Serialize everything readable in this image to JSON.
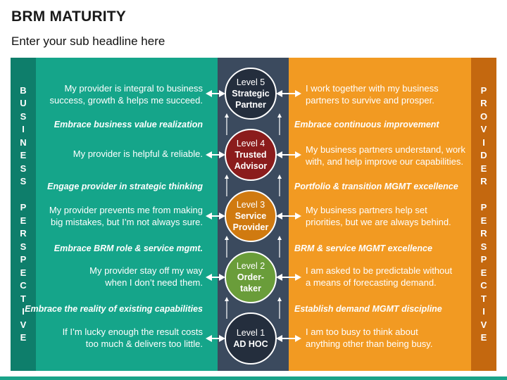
{
  "title": "BRM MATURITY",
  "subtitle": "Enter your sub headline here",
  "left_side_label": [
    "B",
    "U",
    "S",
    "I",
    "N",
    "E",
    "S",
    "S",
    "",
    "P",
    "E",
    "R",
    "S",
    "P",
    "E",
    "C",
    "T",
    "I",
    "V",
    "E"
  ],
  "right_side_label": [
    "P",
    "R",
    "O",
    "V",
    "I",
    "D",
    "E",
    "R",
    "",
    "P",
    "E",
    "R",
    "S",
    "P",
    "E",
    "C",
    "T",
    "I",
    "V",
    "E"
  ],
  "levels": [
    {
      "level": "Level 5",
      "name_lines": [
        "Strategic",
        "Partner"
      ],
      "color": "#242e3d",
      "left_lines": [
        "My provider is integral to business",
        "success, growth & helps me succeed."
      ],
      "right_lines": [
        "I work together with my business",
        "partners to survive and prosper."
      ]
    },
    {
      "level": "Level 4",
      "name_lines": [
        "Trusted",
        "Advisor"
      ],
      "color": "#8b1c1c",
      "left_lines": [
        "My provider is helpful & reliable."
      ],
      "right_lines": [
        "My business partners understand, work",
        "with, and help improve our capabilities."
      ]
    },
    {
      "level": "Level 3",
      "name_lines": [
        "Service",
        "Provider"
      ],
      "color": "#d07a10",
      "left_lines": [
        "My provider prevents me from making",
        "big mistakes, but I’m not always sure."
      ],
      "right_lines": [
        "My business partners help set",
        "priorities, but we are always behind."
      ]
    },
    {
      "level": "Level 2",
      "name_lines": [
        "Order-",
        "taker"
      ],
      "color": "#6a9d3a",
      "left_lines": [
        "My provider stay off my way",
        "when I don’t need them."
      ],
      "right_lines": [
        "I am asked to be predictable without",
        "a means of forecasting demand."
      ]
    },
    {
      "level": "Level 1",
      "name_lines": [
        "AD HOC"
      ],
      "color": "#242e3d",
      "left_lines": [
        "If I’m lucky enough the result costs",
        "too much & delivers too little."
      ],
      "right_lines": [
        "I am too busy to think about",
        "anything other than being busy."
      ]
    }
  ],
  "transitions": [
    {
      "left": "Embrace business value realization",
      "right": "Embrace continuous improvement"
    },
    {
      "left": "Engage provider in strategic thinking",
      "right": "Portfolio & transition MGMT excellence"
    },
    {
      "left": "Embrace BRM role & service mgmt.",
      "right": "BRM & service MGMT excellence"
    },
    {
      "left": "Embrace the reality of existing capabilities",
      "right": "Establish demand MGMT discipline"
    }
  ],
  "colors": {
    "teal": "#15a58a",
    "teal_dark": "#0e7e6b",
    "slate": "#3b4a5e",
    "orange": "#f29a22",
    "orange_dark": "#c4680f"
  }
}
